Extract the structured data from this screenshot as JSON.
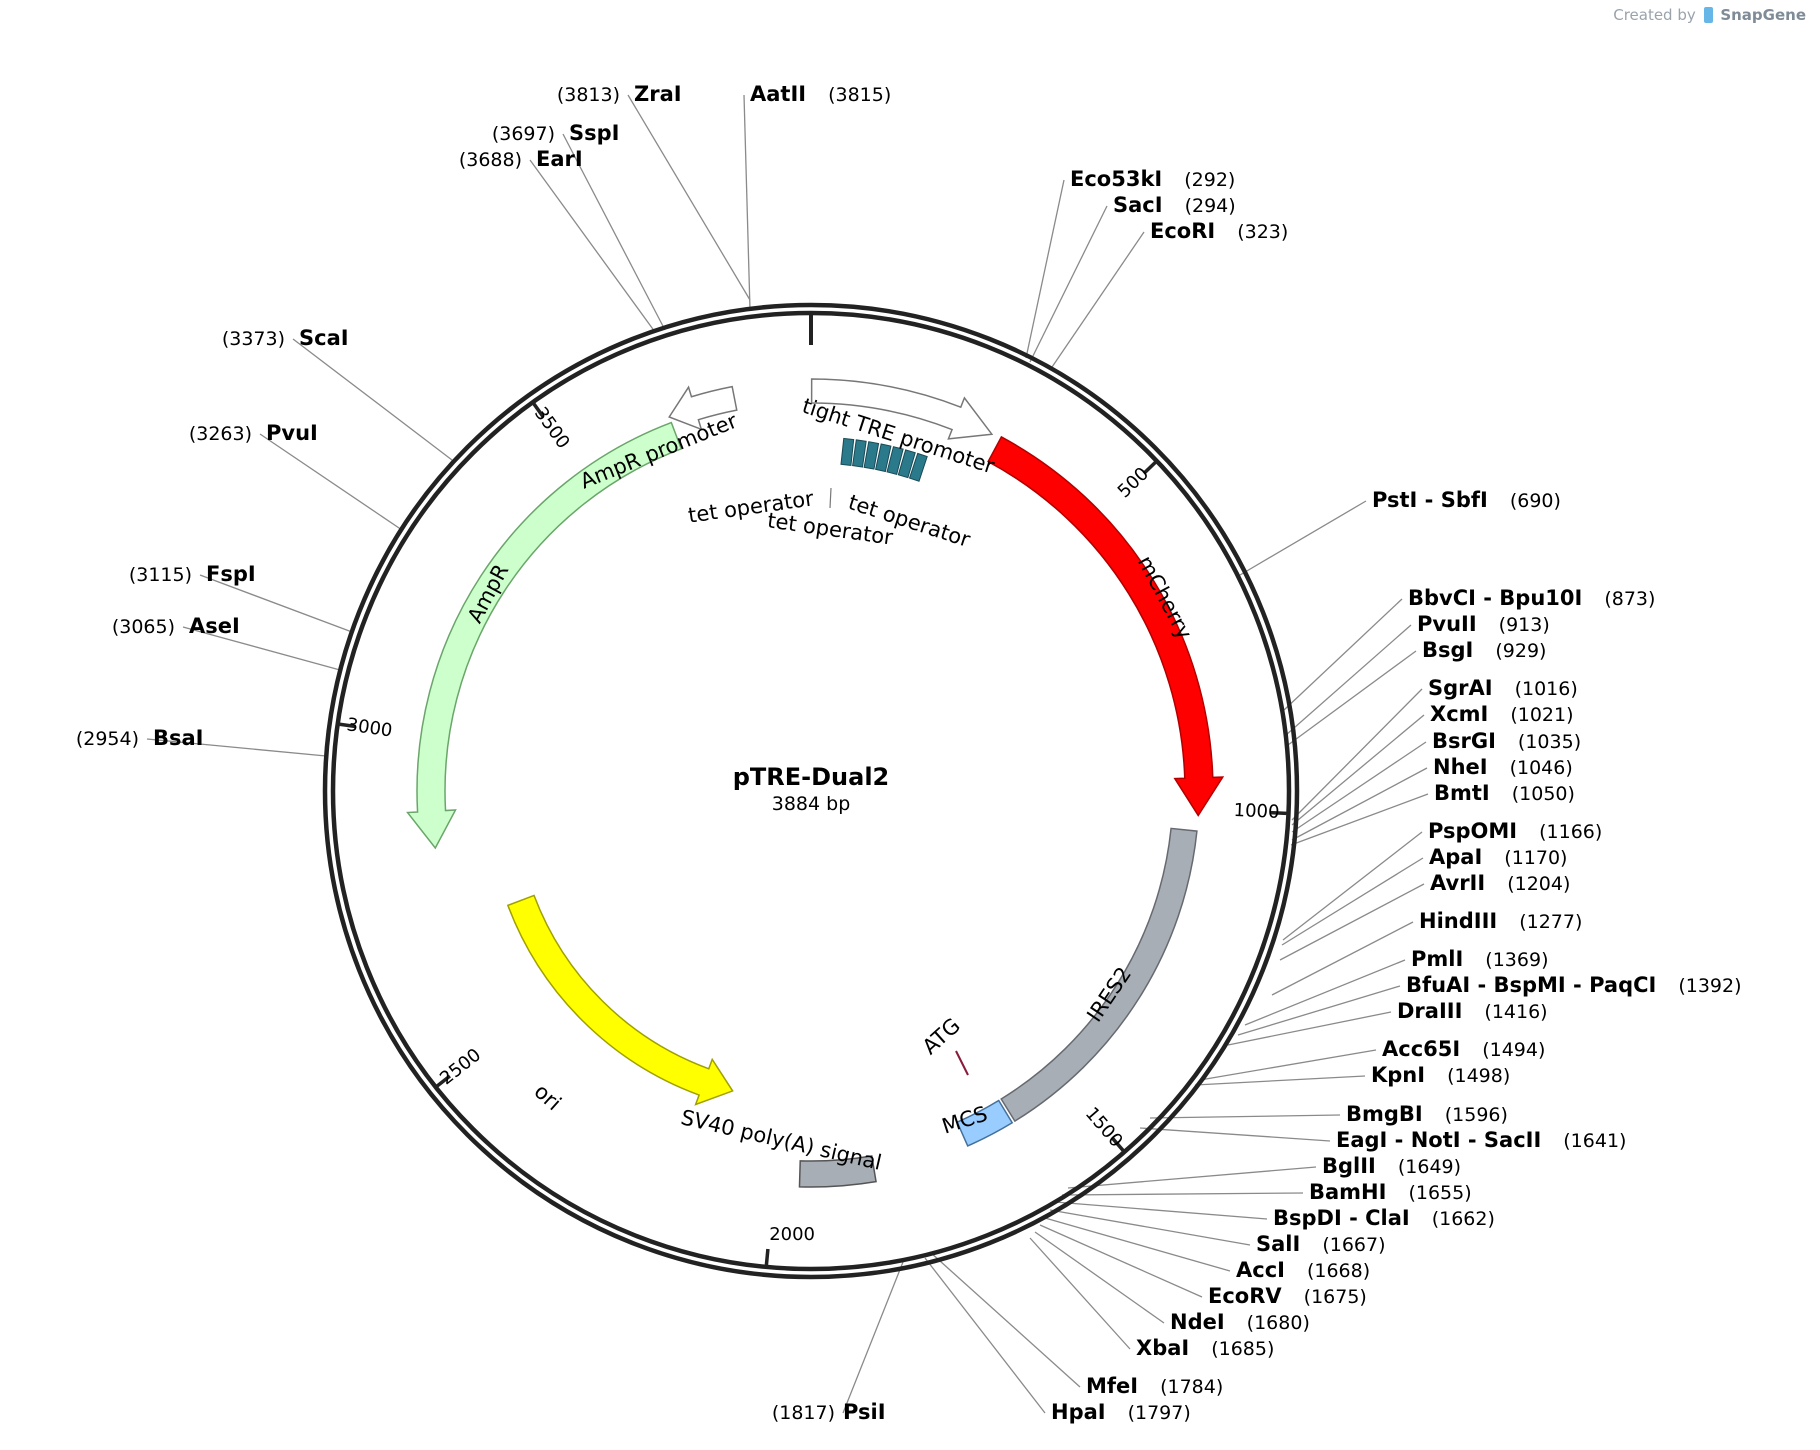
{
  "credit": {
    "created_by": "Created by",
    "brand": "SnapGene"
  },
  "plasmid": {
    "name": "pTRE-Dual2",
    "size_label": "3884 bp",
    "length": 3884
  },
  "ticks": [
    {
      "pos": 500,
      "label": "500"
    },
    {
      "pos": 1000,
      "label": "1000"
    },
    {
      "pos": 1500,
      "label": "1500"
    },
    {
      "pos": 2000,
      "label": "2000"
    },
    {
      "pos": 2500,
      "label": "2500"
    },
    {
      "pos": 3000,
      "label": "3000"
    },
    {
      "pos": 3500,
      "label": "3500"
    }
  ],
  "features": [
    {
      "name": "tight TRE promoter",
      "label": "tight TRE promoter",
      "start": 1,
      "end": 290,
      "direction": "forward",
      "color": "#ffffff",
      "stroke": "#777777",
      "track": 0
    },
    {
      "name": "mCherry",
      "label": "mCherry",
      "start": 305,
      "end": 1010,
      "direction": "forward",
      "color": "#ff0000",
      "stroke": "#b20000",
      "track": 0,
      "label_color": "#ffffff"
    },
    {
      "name": "IRES2",
      "label": "IRES2",
      "start": 1035,
      "end": 1600,
      "direction": "none",
      "color": "#a8aeb5",
      "stroke": "#666a70",
      "track": 0
    },
    {
      "name": "MCS",
      "label": "MCS",
      "start": 1605,
      "end": 1685,
      "direction": "none",
      "color": "#99ccff",
      "stroke": "#44709a",
      "track": 0
    },
    {
      "name": "SV40 poly(A) signal",
      "label": "SV40 poly(A) signal",
      "start": 1840,
      "end": 1960,
      "direction": "none",
      "color": "#a8aeb5",
      "stroke": "#555555",
      "track": 0
    },
    {
      "name": "ori",
      "label": "ori",
      "start": 2100,
      "end": 2690,
      "direction": "reverse",
      "color": "#ffff00",
      "stroke": "#a0a000",
      "track": 0
    },
    {
      "name": "AmpR",
      "label": "AmpR",
      "start": 2820,
      "end": 3660,
      "direction": "reverse",
      "color": "#ccffcc",
      "stroke": "#6aa56a",
      "track": 0
    },
    {
      "name": "AmpR promoter",
      "label": "AmpR promoter",
      "start": 3660,
      "end": 3765,
      "direction": "reverse",
      "color": "#ffffff",
      "stroke": "#777777",
      "track": 0
    }
  ],
  "operators": {
    "label_1": "tet operator",
    "label_2": "tet operator",
    "label_3": "tet operator",
    "color": "#2a7a8c",
    "count": 7
  },
  "atg": {
    "label": "ATG",
    "color": "#8a1a3a"
  },
  "sites": [
    {
      "name": "ZraI",
      "pos_label": "(3813)",
      "side": "left"
    },
    {
      "name": "AatII",
      "pos_label": "(3815)",
      "side": "right"
    },
    {
      "name": "SspI",
      "pos_label": "(3697)",
      "side": "left"
    },
    {
      "name": "EarI",
      "pos_label": "(3688)",
      "side": "left"
    },
    {
      "name": "Eco53kI",
      "pos_label": "(292)",
      "side": "right"
    },
    {
      "name": "SacI",
      "pos_label": "(294)",
      "side": "right"
    },
    {
      "name": "EcoRI",
      "pos_label": "(323)",
      "side": "right"
    },
    {
      "name": "ScaI",
      "pos_label": "(3373)",
      "side": "left"
    },
    {
      "name": "PvuI",
      "pos_label": "(3263)",
      "side": "left"
    },
    {
      "name": "PstI - SbfI",
      "pos_label": "(690)",
      "side": "right"
    },
    {
      "name": "FspI",
      "pos_label": "(3115)",
      "side": "left"
    },
    {
      "name": "AseI",
      "pos_label": "(3065)",
      "side": "left"
    },
    {
      "name": "BsaI",
      "pos_label": "(2954)",
      "side": "left"
    },
    {
      "name": "BbvCI - Bpu10I",
      "pos_label": "(873)",
      "side": "right"
    },
    {
      "name": "PvuII",
      "pos_label": "(913)",
      "side": "right"
    },
    {
      "name": "BsgI",
      "pos_label": "(929)",
      "side": "right"
    },
    {
      "name": "SgrAI",
      "pos_label": "(1016)",
      "side": "right"
    },
    {
      "name": "XcmI",
      "pos_label": "(1021)",
      "side": "right"
    },
    {
      "name": "BsrGI",
      "pos_label": "(1035)",
      "side": "right"
    },
    {
      "name": "NheI",
      "pos_label": "(1046)",
      "side": "right"
    },
    {
      "name": "BmtI",
      "pos_label": "(1050)",
      "side": "right"
    },
    {
      "name": "PspOMI",
      "pos_label": "(1166)",
      "side": "right"
    },
    {
      "name": "ApaI",
      "pos_label": "(1170)",
      "side": "right"
    },
    {
      "name": "AvrII",
      "pos_label": "(1204)",
      "side": "right"
    },
    {
      "name": "HindIII",
      "pos_label": "(1277)",
      "side": "right"
    },
    {
      "name": "PmlI",
      "pos_label": "(1369)",
      "side": "right"
    },
    {
      "name": "BfuAI - BspMI - PaqCI",
      "pos_label": "(1392)",
      "side": "right"
    },
    {
      "name": "DraIII",
      "pos_label": "(1416)",
      "side": "right"
    },
    {
      "name": "Acc65I",
      "pos_label": "(1494)",
      "side": "right"
    },
    {
      "name": "KpnI",
      "pos_label": "(1498)",
      "side": "right"
    },
    {
      "name": "BmgBI",
      "pos_label": "(1596)",
      "side": "right"
    },
    {
      "name": "EagI - NotI - SacII",
      "pos_label": "(1641)",
      "side": "right"
    },
    {
      "name": "BglII",
      "pos_label": "(1649)",
      "side": "right"
    },
    {
      "name": "BamHI",
      "pos_label": "(1655)",
      "side": "right"
    },
    {
      "name": "BspDI - ClaI",
      "pos_label": "(1662)",
      "side": "right"
    },
    {
      "name": "SalI",
      "pos_label": "(1667)",
      "side": "right"
    },
    {
      "name": "AccI",
      "pos_label": "(1668)",
      "side": "right"
    },
    {
      "name": "EcoRV",
      "pos_label": "(1675)",
      "side": "right"
    },
    {
      "name": "NdeI",
      "pos_label": "(1680)",
      "side": "right"
    },
    {
      "name": "XbaI",
      "pos_label": "(1685)",
      "side": "right"
    },
    {
      "name": "MfeI",
      "pos_label": "(1784)",
      "side": "right"
    },
    {
      "name": "HpaI",
      "pos_label": "(1797)",
      "side": "right"
    },
    {
      "name": "PsiI",
      "pos_label": "(1817)",
      "side": "left"
    }
  ]
}
